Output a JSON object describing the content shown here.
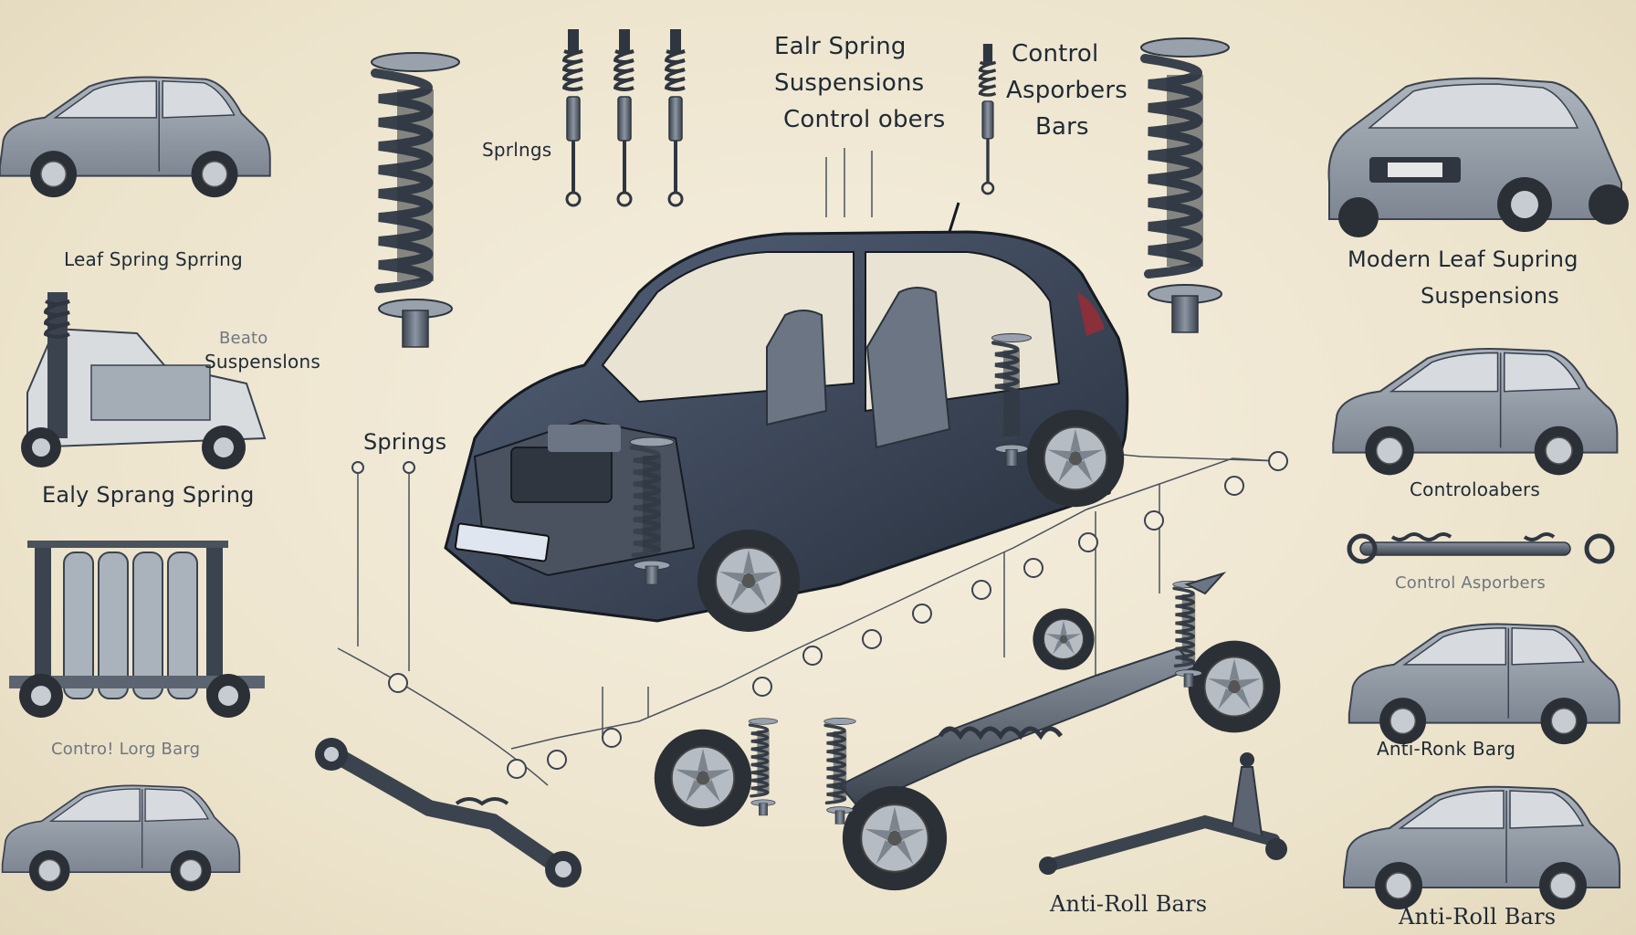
{
  "labels": {
    "top_title_line1": "Ealr Spring",
    "top_title_line2": "Suspensions",
    "top_title_line3": "Control obers",
    "top_right_line1": "Control",
    "top_right_line2": "Asporbers",
    "top_right_line3": "Bars",
    "springs_small": "Sprlngs",
    "springs_main": "Springs",
    "leaf_spring": "Leaf Spring Sprring",
    "beato_line1": "Beato",
    "beato_line2": "Suspenslons",
    "early_sprang": "Ealy Sprang Spring",
    "control_long": "Contro! Lorg Barg",
    "modern_line1": "Modern Leaf Supring",
    "modern_line2": "Suspensions",
    "control_absorbers": "Controloabers",
    "control_asporbers": "Control Asporbers",
    "anti_ronk": "Anti-Ronk Barg",
    "anti_roll_center": "Anti-Roll Bars",
    "anti_roll_right": "Anti-Roll Bars"
  },
  "colors": {
    "ink": "#1f2a36",
    "paper": "#efe7d2",
    "car_body": "#3a4656",
    "car_side": "#8e97a2",
    "metal": "#5b6470",
    "tire": "#2b2f36"
  }
}
